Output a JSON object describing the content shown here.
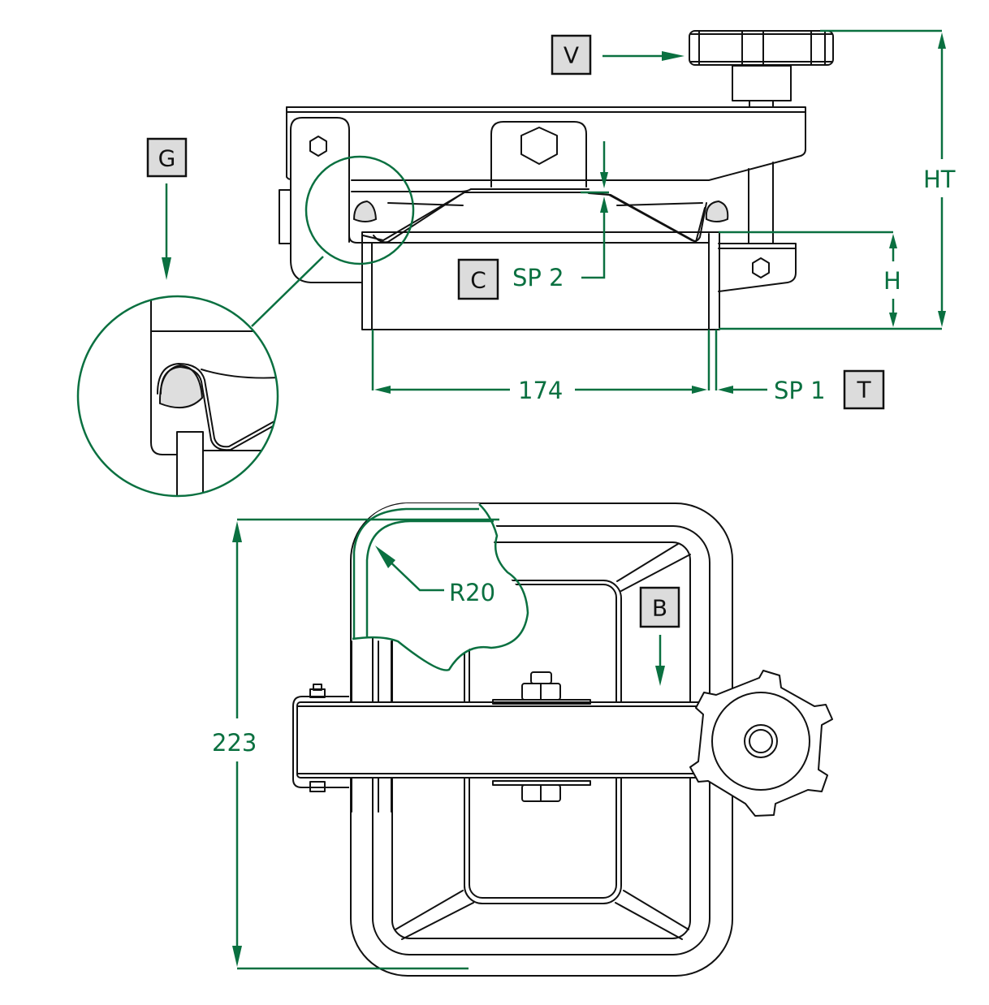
{
  "drawing": {
    "colors": {
      "dimension": "#0a7040",
      "outline": "#111111",
      "label_fill": "#dcdcdc"
    },
    "labels": {
      "V": "V",
      "G": "G",
      "C": "C",
      "T": "T",
      "B": "B"
    },
    "dimensions": {
      "width": "174",
      "height_total": "HT",
      "height": "H",
      "gap_1": "SP 1",
      "gap_2": "SP 2",
      "radius": "R20",
      "overall_length": "223"
    },
    "views": [
      "side-view",
      "detail-view-G",
      "top-view"
    ]
  }
}
